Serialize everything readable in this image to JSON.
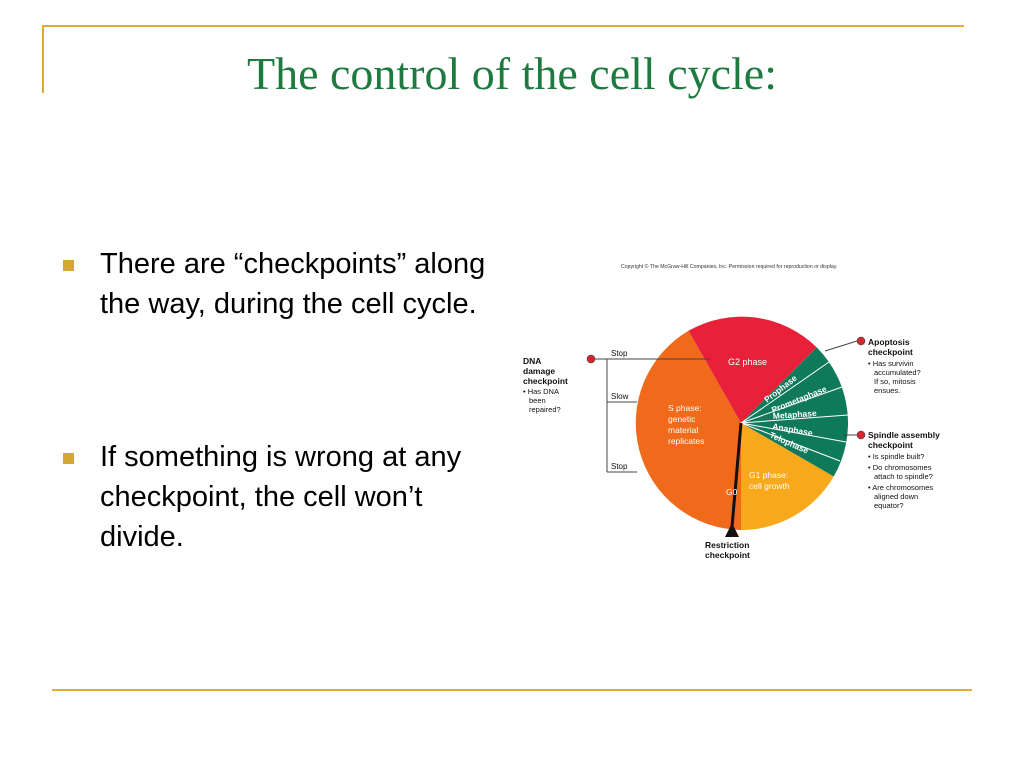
{
  "slide": {
    "title": "The control of the cell cycle:",
    "bullets": [
      "There are “checkpoints” along the way, during the cell cycle.",
      "If something is wrong at any checkpoint, the cell won’t divide."
    ]
  },
  "colors": {
    "title": "#1f7a3f",
    "accent_rule": "#e0a93a",
    "bullet": "#d4a634",
    "g2": "#e8203a",
    "s": "#f06a1b",
    "g1": "#f7a81b",
    "mitosis": "#0f7a5a",
    "checkpoint_dot": "#d0282e"
  },
  "diagram": {
    "copyright": "Copyright © The McGraw-Hill Companies, Inc. Permission required for reproduction or display.",
    "phases": {
      "g2": "G2 phase",
      "s": [
        "S phase:",
        "genetic",
        "material",
        "replicates"
      ],
      "g1": [
        "G1 phase:",
        "cell growth"
      ],
      "g0": "G0"
    },
    "mitosis": [
      "Prophase",
      "Prometaphase",
      "Metaphase",
      "Anaphase",
      "Telophase"
    ],
    "stop_labels": [
      "Stop",
      "Slow",
      "Stop"
    ],
    "dna_checkpoint": [
      "DNA",
      "damage",
      "checkpoint",
      "• Has DNA",
      "been",
      "repaired?"
    ],
    "apoptosis_checkpoint": [
      "Apoptosis",
      "checkpoint",
      "• Has survivin",
      "accumulated?",
      "If so, mitosis",
      "ensues."
    ],
    "spindle_checkpoint": [
      "Spindle assembly",
      "checkpoint",
      "• Is spindle built?",
      "• Do chromosomes",
      "attach to spindle?",
      "• Are chromosomes",
      "aligned down",
      "equator?"
    ],
    "restriction_checkpoint": [
      "Restriction",
      "checkpoint"
    ]
  }
}
